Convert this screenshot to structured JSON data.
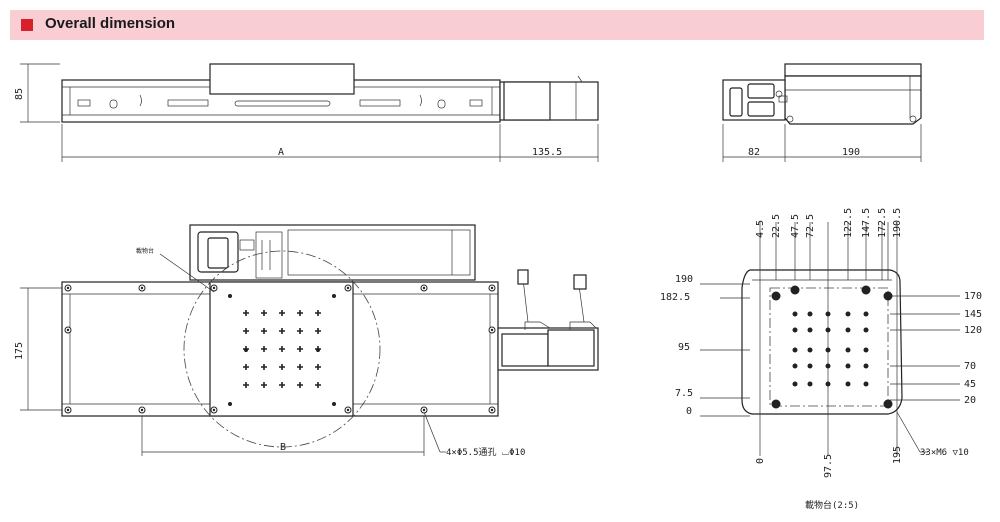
{
  "banner": {
    "title": "Overall dimension"
  },
  "top_view": {
    "height_label": "85",
    "length_label": "A",
    "motor_length_label": "135.5"
  },
  "side_view": {
    "width_a_label": "82",
    "width_b_label": "190"
  },
  "plan_view": {
    "height_label": "175",
    "pitch_label": "B",
    "carriage_note": "載物台",
    "hole_note": "4×Φ5.5通孔 ⌴Φ10"
  },
  "table_view": {
    "top_labels": [
      "4.5",
      "22.5",
      "47.5",
      "72.5",
      "122.5",
      "147.5",
      "172.5",
      "190.5"
    ],
    "left_labels": [
      "190",
      "182.5",
      "95",
      "7.5",
      "0"
    ],
    "right_labels": [
      "170",
      "145",
      "120",
      "70",
      "45",
      "20"
    ],
    "bottom_labels": [
      "0",
      "97.5",
      "195"
    ],
    "thread_note": "33×M6 ▽10",
    "caption": "載物台(2:5)"
  },
  "colors": {
    "banner_bg": "#f9cdd4",
    "banner_square": "#d8202a",
    "line": "#222222"
  }
}
